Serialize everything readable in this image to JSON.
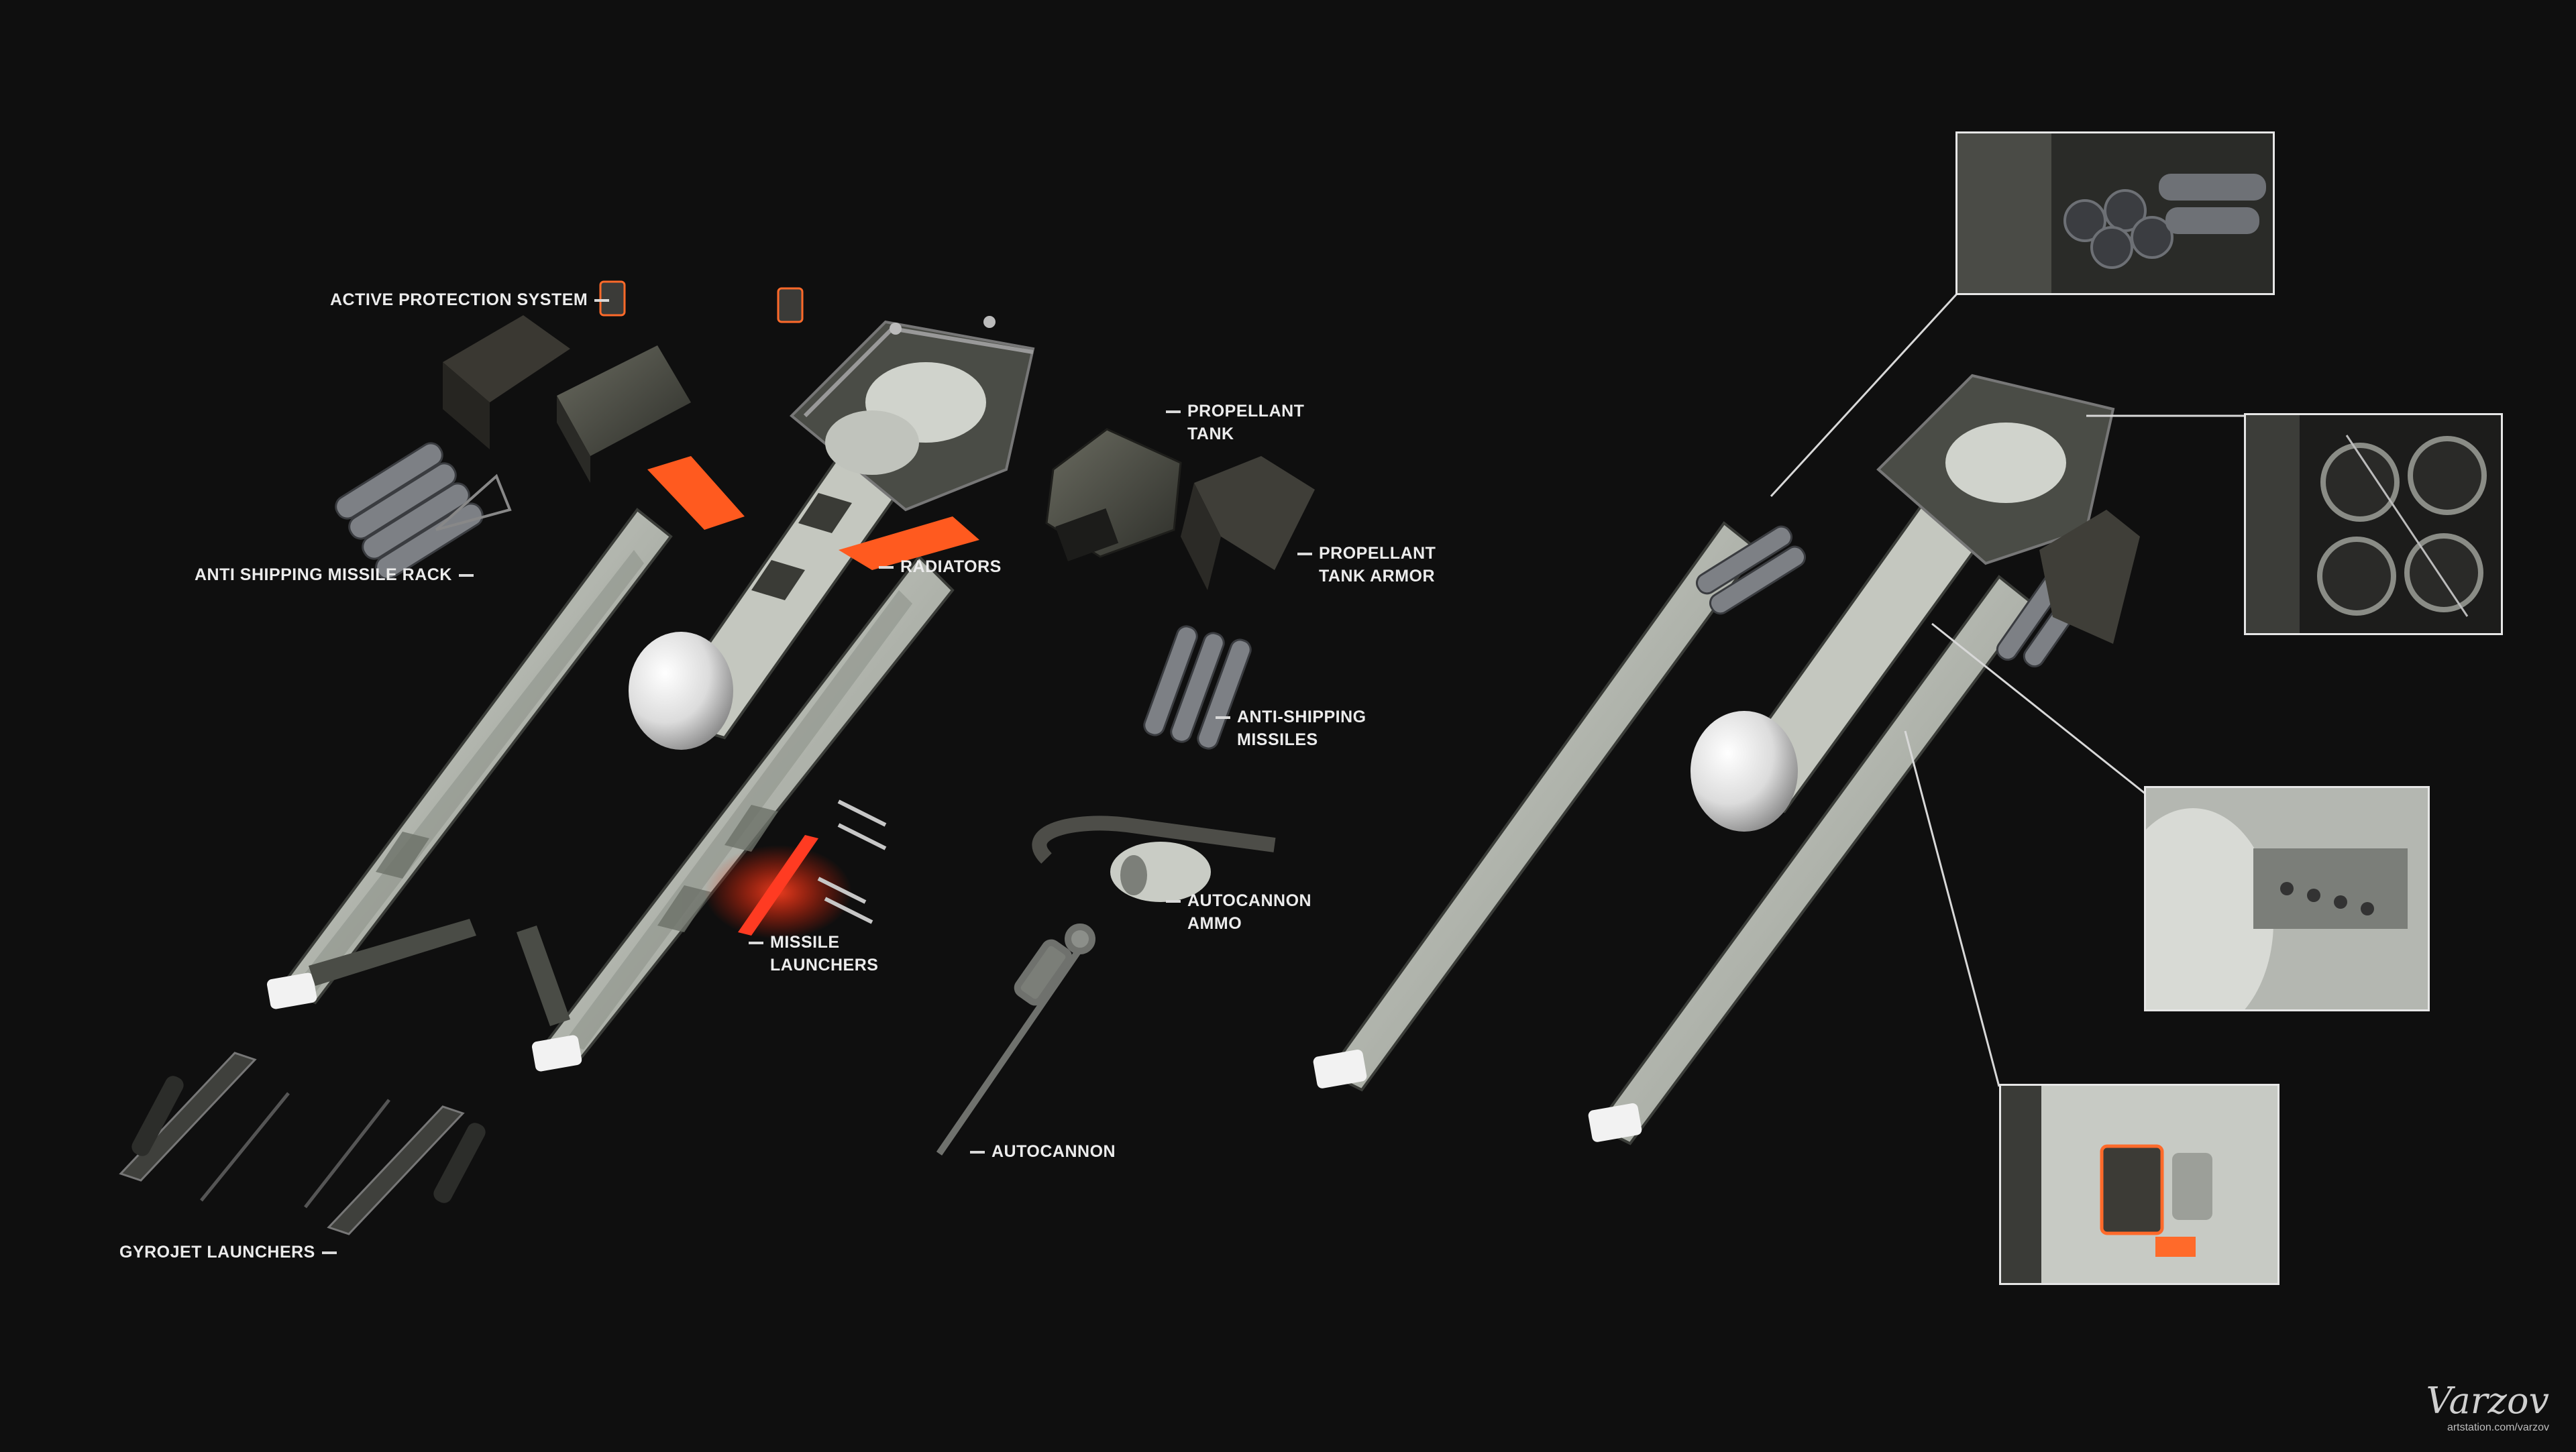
{
  "labels": {
    "active_protection_system": "ACTIVE PROTECTION SYSTEM",
    "anti_shipping_missile_rack": "ANTI SHIPPING MISSILE RACK",
    "radiators": "RADIATORS",
    "propellant_tank_l1": "PROPELLANT",
    "propellant_tank_l2": "TANK",
    "propellant_tank_armor_l1": "PROPELLANT",
    "propellant_tank_armor_l2": "TANK ARMOR",
    "anti_shipping_missiles_l1": "ANTI-SHIPPING",
    "anti_shipping_missiles_l2": "MISSILES",
    "autocannon_ammo_l1": "AUTOCANNON",
    "autocannon_ammo_l2": "AMMO",
    "missile_launchers_l1": "MISSILE",
    "missile_launchers_l2": "LAUNCHERS",
    "autocannon": "AUTOCANNON",
    "gyrojet_launchers": "GYROJET LAUNCHERS"
  },
  "signature": {
    "name": "Varzov",
    "url": "artstation.com/varzov"
  },
  "colors": {
    "background": "#0f0f0f",
    "hull": "#b9bdb6",
    "hull_dark": "#5b5f58",
    "accent_orange": "#ff5a1f",
    "glow_red": "#ff2a1a",
    "label_text": "#ececec"
  }
}
